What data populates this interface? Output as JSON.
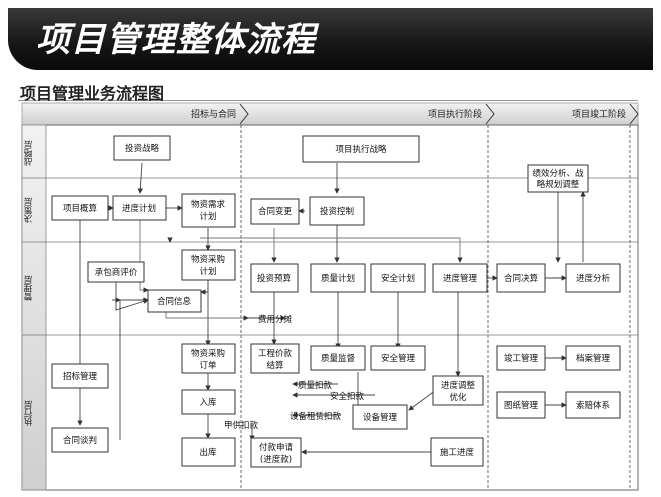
{
  "title": "项目管理整体流程",
  "subtitle": "项目管理业务流程图",
  "phases": [
    "招标与合同",
    "项目执行阶段",
    "项目竣工阶段"
  ],
  "lanes": [
    "战略层",
    "决策层",
    "管理层",
    "执行层"
  ],
  "boxes": {
    "tzzl": "投资战略",
    "xmzxzl": "项目执行战略",
    "xmgs": "项目概算",
    "jdjh": "进度计划",
    "wzxqjh": [
      "物资需求",
      "计划"
    ],
    "htbg": "合同变更",
    "tzkz": "投资控制",
    "jxfx": [
      "绩效分析、战",
      "略规划调整"
    ],
    "cbspj": "承包商评价",
    "wzcgjh": [
      "物资采购",
      "计划"
    ],
    "htxx": "合同信息",
    "tzys": "投资预算",
    "zljh": "质量计划",
    "aqjh": "安全计划",
    "jdgl": "进度管理",
    "htjs": "合同决算",
    "jdfx": "进度分析",
    "zbgl": "招标管理",
    "wzcgdd": [
      "物资采购",
      "订单"
    ],
    "gcjkjs": [
      "工程价款",
      "结算"
    ],
    "zljd": "质量监督",
    "aqgl": "安全管理",
    "jdtzyh": [
      "进度调整",
      "优化"
    ],
    "jggl": "竣工管理",
    "dagl": "档案管理",
    "rk": "入库",
    "sbgl": "设备管理",
    "tzgl": "图纸管理",
    "sztx": "索赔体系",
    "htqp": "合同谈判",
    "ck": "出库",
    "fksq": [
      "付款申请",
      "(进度款)"
    ],
    "sgjd": "施工进度"
  },
  "flow_labels": {
    "fyft": "费用分摊",
    "zlkk": "质量扣款",
    "aqkk": "安全扣款",
    "sbzlkk": "设备租赁扣款",
    "jgkk": "甲供扣款"
  }
}
